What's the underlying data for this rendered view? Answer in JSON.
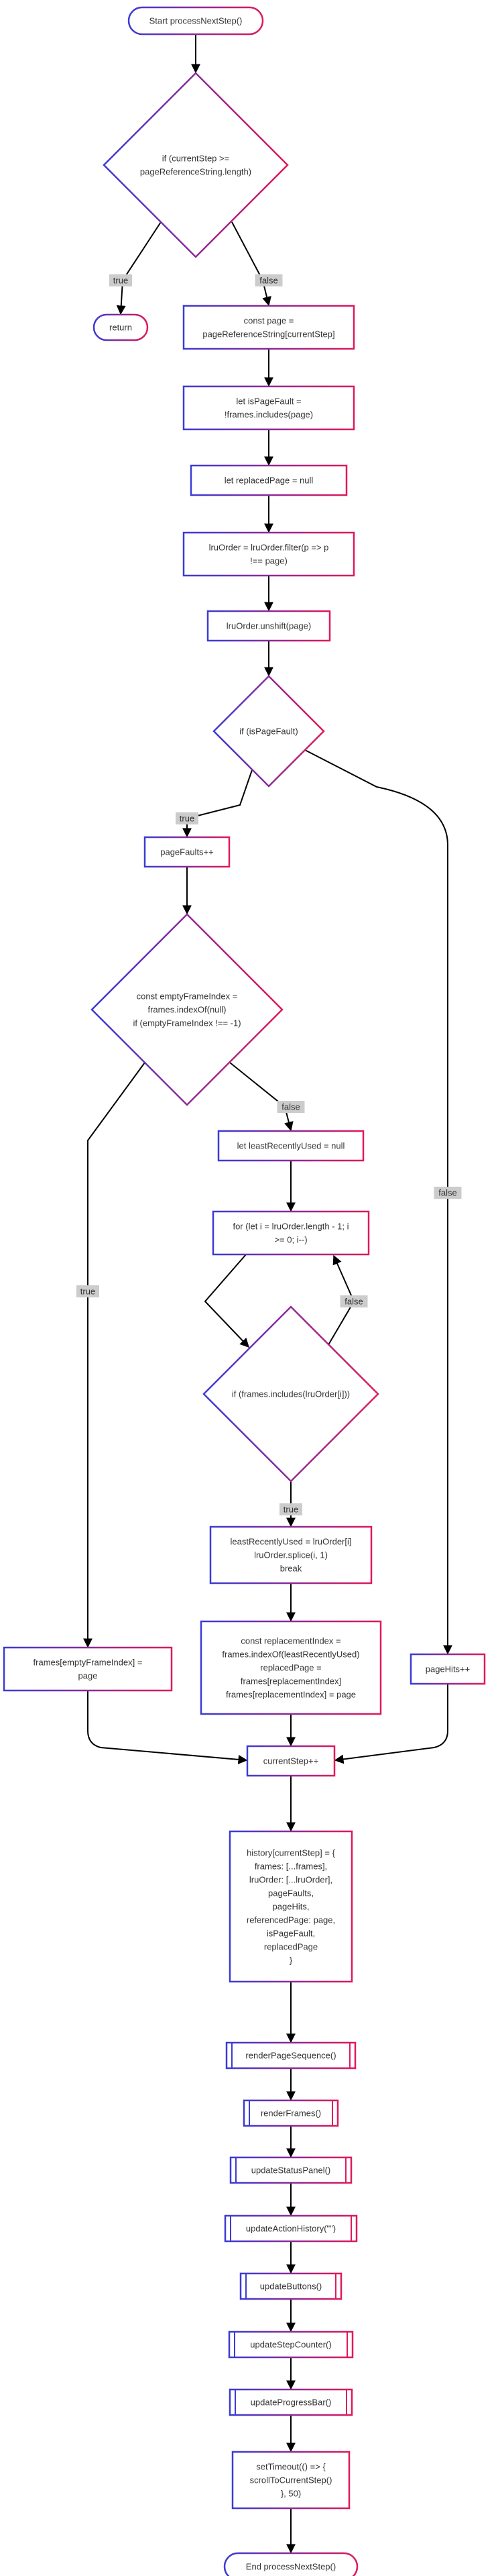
{
  "theme": {
    "node_fill": "#ffffff",
    "border_start": "#3b3bd6",
    "border_end": "#e0195a",
    "edge_color": "#000000",
    "label_bg": "#cccccc",
    "text_color": "#333333"
  },
  "nodes": {
    "start": {
      "lines": [
        "Start processNextStep()"
      ]
    },
    "cond_step": {
      "lines": [
        "if (currentStep >=",
        "pageReferenceString.length)"
      ]
    },
    "return": {
      "lines": [
        "return"
      ]
    },
    "const_page": {
      "lines": [
        "const page =",
        "pageReferenceString[currentStep]"
      ]
    },
    "is_page_fault": {
      "lines": [
        "let isPageFault =",
        "!frames.includes(page)"
      ]
    },
    "replaced_page": {
      "lines": [
        "let replacedPage = null"
      ]
    },
    "lru_filter": {
      "lines": [
        "lruOrder = lruOrder.filter(p => p",
        "!== page)"
      ]
    },
    "lru_unshift": {
      "lines": [
        "lruOrder.unshift(page)"
      ]
    },
    "cond_fault": {
      "lines": [
        "if (isPageFault)"
      ]
    },
    "page_faults_inc": {
      "lines": [
        "pageFaults++"
      ]
    },
    "cond_empty": {
      "lines": [
        "const emptyFrameIndex =",
        "frames.indexOf(null)",
        "if (emptyFrameIndex !== -1)"
      ]
    },
    "least_recently": {
      "lines": [
        "let leastRecentlyUsed = null"
      ]
    },
    "for_loop": {
      "lines": [
        "for (let i = lruOrder.length - 1; i",
        ">= 0; i--)"
      ]
    },
    "cond_includes": {
      "lines": [
        "if (frames.includes(lruOrder[i]))"
      ]
    },
    "lru_assign": {
      "lines": [
        "leastRecentlyUsed = lruOrder[i]",
        "lruOrder.splice(i, 1)",
        "break"
      ]
    },
    "replacement": {
      "lines": [
        "const replacementIndex =",
        "frames.indexOf(leastRecentlyUsed)",
        "replacedPage =",
        "frames[replacementIndex]",
        "frames[replacementIndex] = page"
      ]
    },
    "frames_empty": {
      "lines": [
        "frames[emptyFrameIndex] =",
        "page"
      ]
    },
    "page_hits": {
      "lines": [
        "pageHits++"
      ]
    },
    "step_inc": {
      "lines": [
        "currentStep++"
      ]
    },
    "history": {
      "lines": [
        "history[currentStep] = {",
        "frames: [...frames],",
        "lruOrder: [...lruOrder],",
        "pageFaults,",
        "pageHits,",
        "referencedPage: page,",
        "isPageFault,",
        "replacedPage",
        "}"
      ]
    },
    "render_seq": {
      "lines": [
        "renderPageSequence()"
      ]
    },
    "render_frames": {
      "lines": [
        "renderFrames()"
      ]
    },
    "status_panel": {
      "lines": [
        "updateStatusPanel()"
      ]
    },
    "action_history": {
      "lines": [
        "updateActionHistory(\"\")"
      ]
    },
    "buttons": {
      "lines": [
        "updateButtons()"
      ]
    },
    "step_counter": {
      "lines": [
        "updateStepCounter()"
      ]
    },
    "progress_bar": {
      "lines": [
        "updateProgressBar()"
      ]
    },
    "timeout": {
      "lines": [
        "setTimeout(() => {",
        "scrollToCurrentStep()",
        "}, 50)"
      ]
    },
    "end": {
      "lines": [
        "End processNextStep()"
      ]
    }
  },
  "edge_labels": {
    "true": "true",
    "false": "false"
  }
}
